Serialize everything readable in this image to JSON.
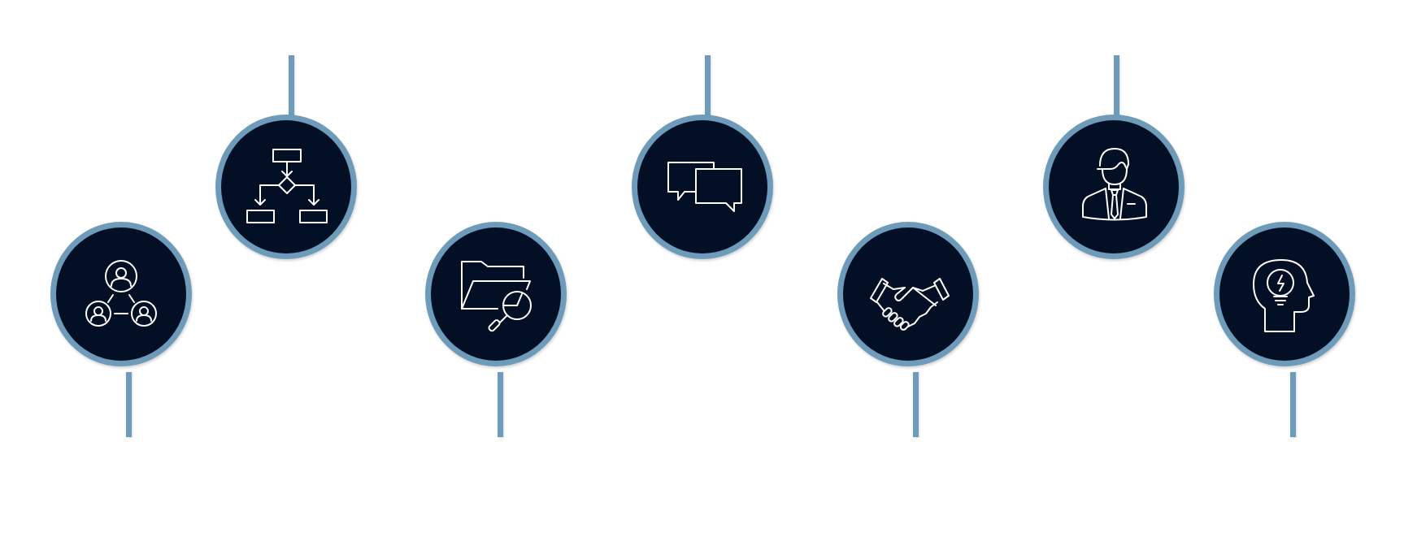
{
  "diagram": {
    "colors": {
      "circle_fill": "#030f25",
      "circle_ring": "#6e9bba",
      "stem": "#6e9bba",
      "icon_stroke": "#ffffff",
      "background": "#ffffff"
    },
    "nodes": [
      {
        "id": "n1",
        "icon": "network-people-icon",
        "stem": "bottom"
      },
      {
        "id": "n2",
        "icon": "flowchart-icon",
        "stem": "top"
      },
      {
        "id": "n3",
        "icon": "folder-search-icon",
        "stem": "bottom"
      },
      {
        "id": "n4",
        "icon": "chat-bubbles-icon",
        "stem": "top"
      },
      {
        "id": "n5",
        "icon": "handshake-icon",
        "stem": "bottom"
      },
      {
        "id": "n6",
        "icon": "businessman-icon",
        "stem": "top"
      },
      {
        "id": "n7",
        "icon": "head-lightbulb-icon",
        "stem": "bottom"
      }
    ]
  }
}
